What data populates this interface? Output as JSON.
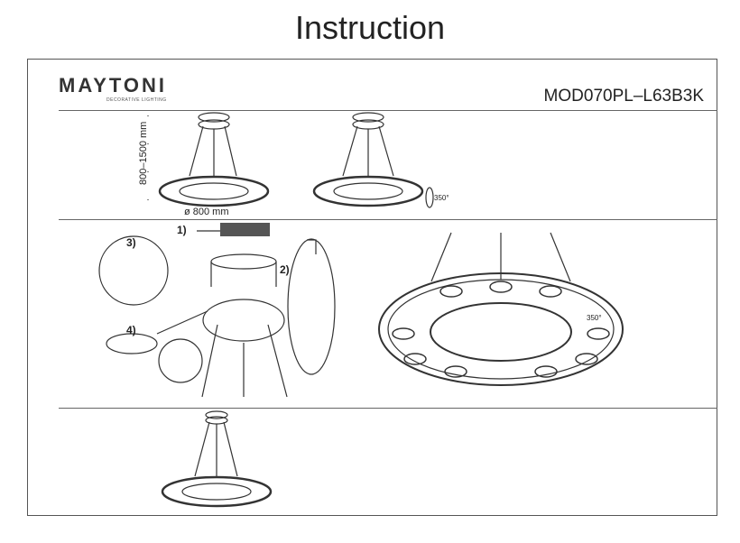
{
  "title": "Instruction",
  "brand": {
    "name": "MAYTONI",
    "tagline": "DECORATIVE LIGHTING"
  },
  "model": "MOD070PL–L63B3K",
  "dimensions": {
    "height": "800–1500 mm",
    "diameter": "ø 800 mm",
    "rotation": "350°"
  },
  "steps": {
    "s1": "1)",
    "s2": "2)",
    "s3": "3)",
    "s4": "4)"
  },
  "detail": {
    "rotation": "350°"
  }
}
